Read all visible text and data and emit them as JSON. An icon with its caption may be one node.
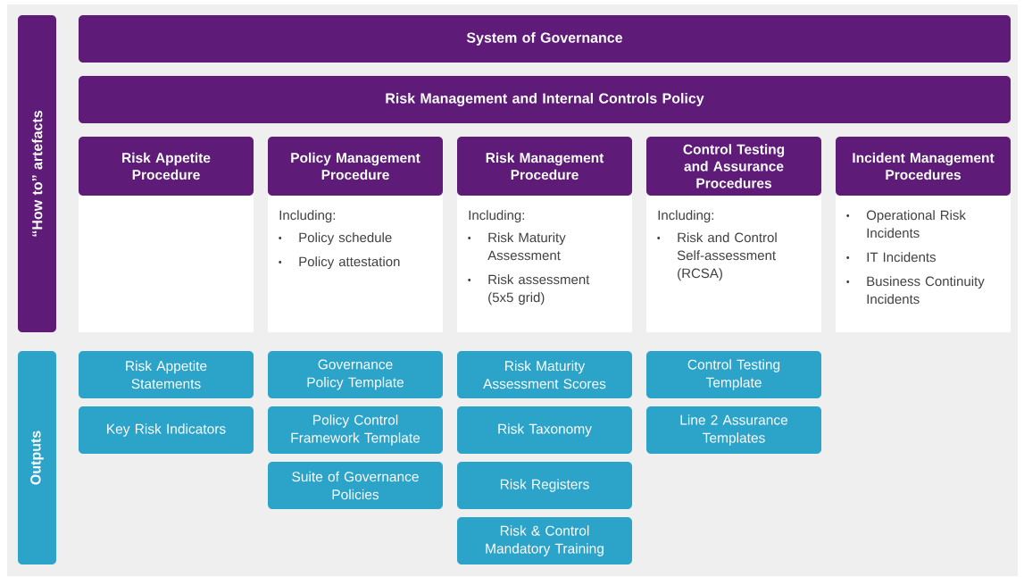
{
  "diagram": {
    "nodes": [
      {
        "text": [
          "“How to” artefacts"
        ]
      },
      {
        "text": [
          "System of Governance"
        ]
      },
      {
        "text": [
          "Risk Management and Internal Controls Policy"
        ]
      },
      {
        "text": [
          "Risk Appetite Procedure"
        ]
      },
      {
        "text": [
          "Policy Management Procedure",
          "Including:",
          "Policy schedule",
          "Policy attestation"
        ]
      },
      {
        "text": [
          "Risk Management Procedure",
          "Including:",
          "Risk Maturity Assessment",
          "Risk assessment (5x5 grid)"
        ]
      },
      {
        "text": [
          "Control Testing and Assurance Procedures",
          "Including:",
          "Risk and Control Self-assessment (RCSA)"
        ]
      },
      {
        "text": [
          "Incident Management Procedures",
          "Operational Risk Incidents",
          "IT Incidents",
          "Business Continuity Incidents"
        ]
      },
      {
        "text": [
          "Outputs"
        ]
      },
      {
        "text": [
          "Risk Appetite Statements"
        ]
      },
      {
        "text": [
          "Key Risk Indicators"
        ]
      },
      {
        "text": [
          "Governance Policy Template"
        ]
      },
      {
        "text": [
          "Policy Control Framework Template"
        ]
      },
      {
        "text": [
          "Suite of Governance Policies"
        ]
      },
      {
        "text": [
          "Risk Maturity Assessment Scores"
        ]
      },
      {
        "text": [
          "Risk Taxonomy"
        ]
      },
      {
        "text": [
          "Risk Registers"
        ]
      },
      {
        "text": [
          "Risk & Control Mandatory Training"
        ]
      },
      {
        "text": [
          "Control Testing Template"
        ]
      },
      {
        "text": [
          "Line 2 Assurance Templates"
        ]
      }
    ]
  }
}
